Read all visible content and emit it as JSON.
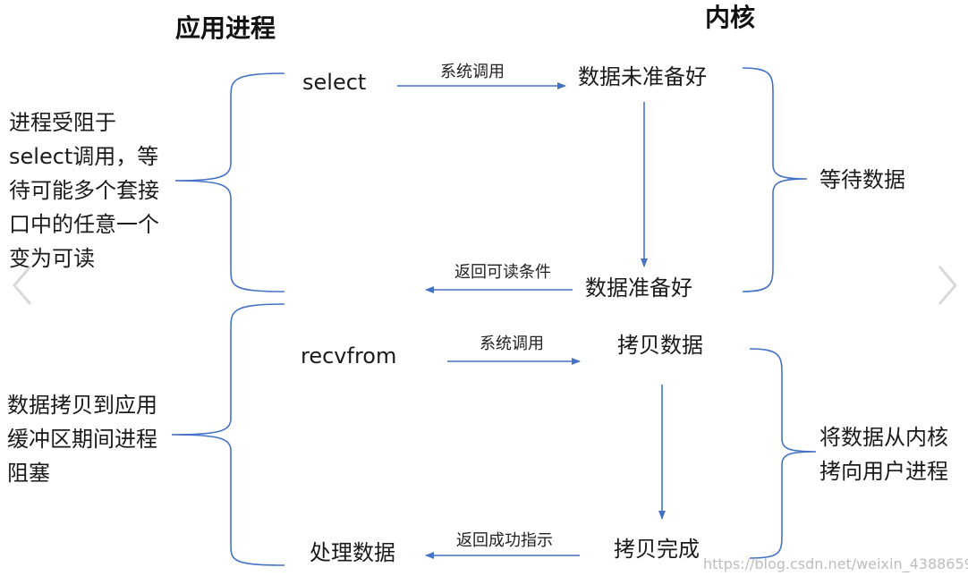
{
  "headers": {
    "app": "应用进程",
    "kernel": "内核"
  },
  "app_steps": {
    "select": "select",
    "recvfrom": "recvfrom",
    "process": "处理数据"
  },
  "kernel_steps": {
    "not_ready": "数据未准备好",
    "ready": "数据准备好",
    "copy": "拷贝数据",
    "copy_done": "拷贝完成"
  },
  "arrow_labels": {
    "syscall1": "系统调用",
    "return_readable": "返回可读条件",
    "syscall2": "系统调用",
    "return_success": "返回成功指示"
  },
  "left_notes": {
    "blocked_select": "进程受阻于select调用，等待可能多个套接口中的任意一个变为可读",
    "copy_blocked": "数据拷贝到应用缓冲区期间进程阻塞"
  },
  "right_notes": {
    "wait_data": "等待数据",
    "copy_to_user": "将数据从内核拷向用户进程"
  },
  "watermark": "https://blog.csdn.net/weixin_4388659",
  "colors": {
    "line": "#4472c4"
  }
}
